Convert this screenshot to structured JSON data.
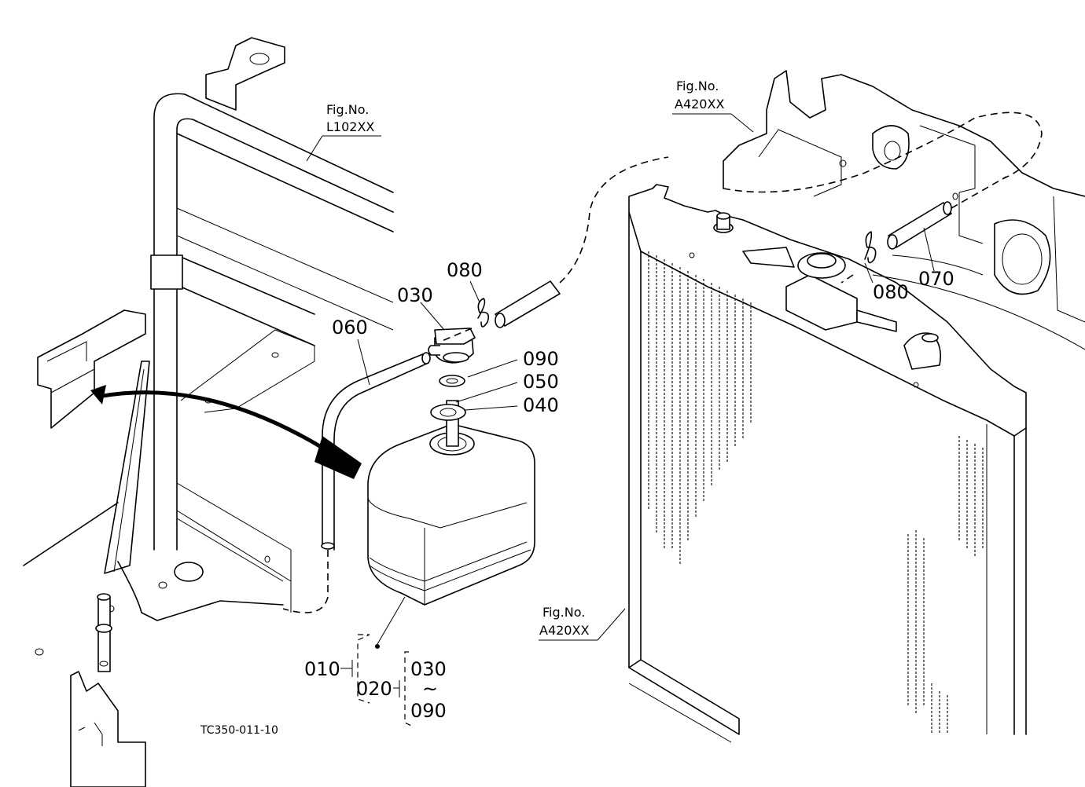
{
  "drawing": {
    "number": "TC350-011-10"
  },
  "figure_refs": [
    {
      "label": "Fig.No.",
      "code": "L102XX"
    },
    {
      "label": "Fig.No.",
      "code": "A420XX"
    },
    {
      "label": "Fig.No.",
      "code": "A420XX"
    }
  ],
  "callouts": {
    "p030": "030",
    "p080a": "080",
    "p060": "060",
    "p090": "090",
    "p050": "050",
    "p040": "040",
    "p080b": "080",
    "p070": "070",
    "p010": "010",
    "p020": "020",
    "range_start": "030",
    "range_sep": "~",
    "range_end": "090"
  }
}
